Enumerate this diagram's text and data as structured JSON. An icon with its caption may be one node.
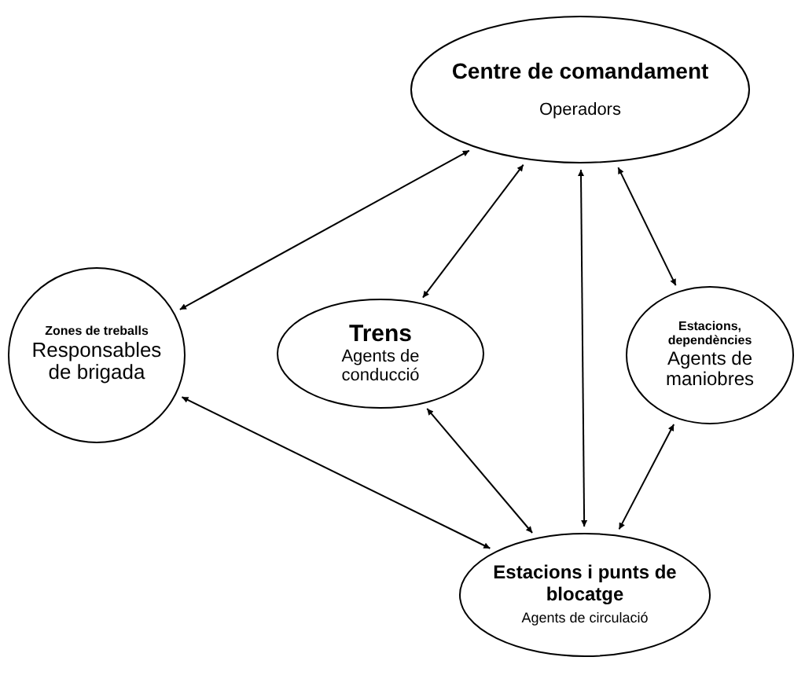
{
  "diagram": {
    "nodes": [
      {
        "text": [
          "Centre de comandament",
          "Operadors"
        ]
      },
      {
        "text": [
          "Zones de treballs",
          "Responsables de brigada"
        ]
      },
      {
        "text": [
          "Trens",
          "Agents de conducció"
        ]
      },
      {
        "text": [
          "Estacions, dependències",
          "Agents de maniobres"
        ]
      },
      {
        "text": [
          "Estacions i punts de blocatge",
          "Agents de circulació"
        ]
      }
    ],
    "edges": [
      {
        "from": 1,
        "to": 0,
        "arrow": "both"
      },
      {
        "from": 2,
        "to": 0,
        "arrow": "both"
      },
      {
        "from": 4,
        "to": 0,
        "arrow": "both"
      },
      {
        "from": 3,
        "to": 0,
        "arrow": "both"
      },
      {
        "from": 1,
        "to": 4,
        "arrow": "both"
      },
      {
        "from": 2,
        "to": 4,
        "arrow": "both"
      },
      {
        "from": 3,
        "to": 4,
        "arrow": "both"
      }
    ]
  }
}
